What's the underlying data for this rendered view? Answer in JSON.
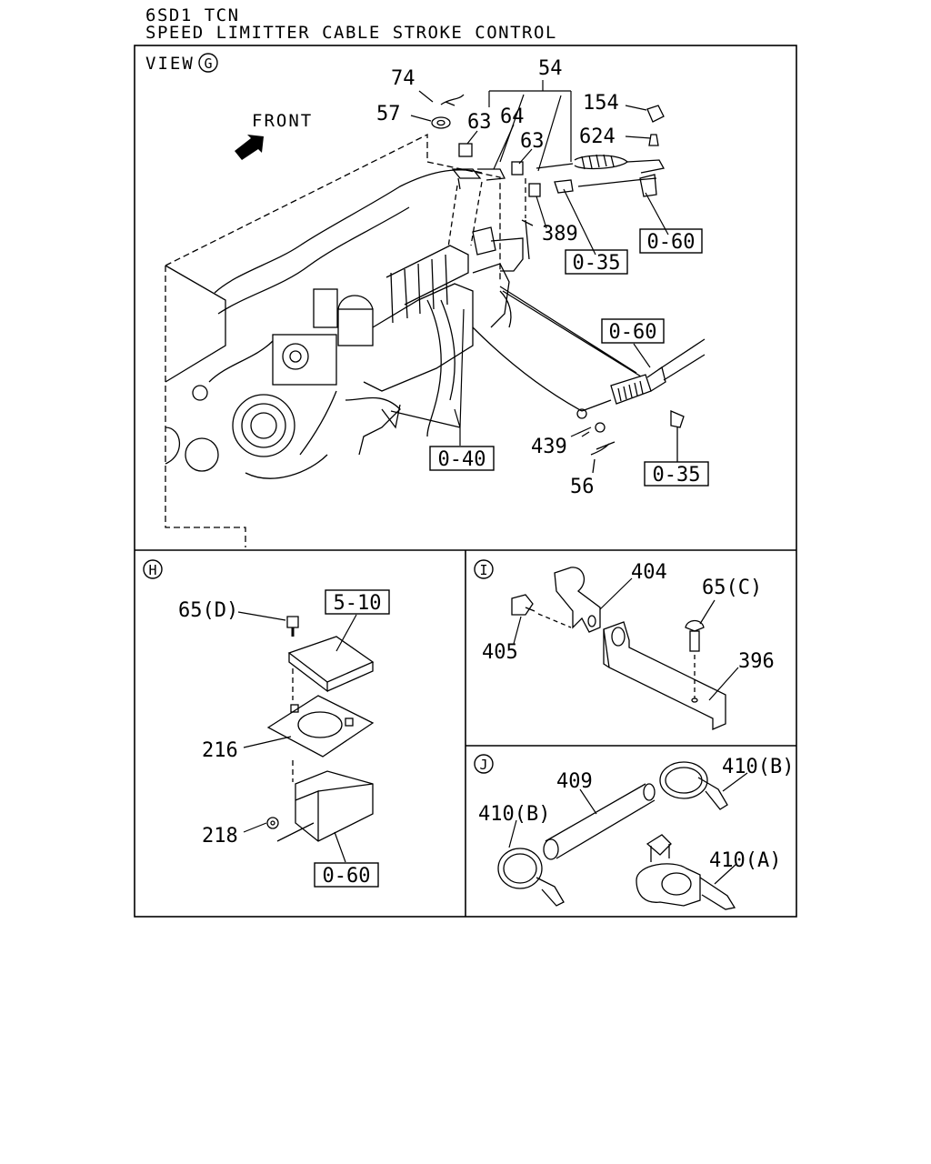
{
  "header": {
    "model": "6SD1 TCN",
    "title": "SPEED LIMITTER CABLE STROKE CONTROL"
  },
  "views": {
    "g": {
      "label": "VIEW",
      "marker": "G",
      "front": "FRONT"
    },
    "h": {
      "marker": "H"
    },
    "i": {
      "marker": "I"
    },
    "j": {
      "marker": "J"
    }
  },
  "callouts": {
    "p74": "74",
    "p54": "54",
    "p57": "57",
    "p63a": "63",
    "p64": "64",
    "p63b": "63",
    "p154": "154",
    "p624": "624",
    "p389": "389",
    "p439": "439",
    "p56": "56",
    "p65d": "65(D)",
    "p216": "216",
    "p218": "218",
    "p404": "404",
    "p405": "405",
    "p65c": "65(C)",
    "p396": "396",
    "p409": "409",
    "p410b1": "410(B)",
    "p410b2": "410(B)",
    "p410a": "410(A)"
  },
  "refs": {
    "r060a": "0-60",
    "r035a": "0-35",
    "r060b": "0-60",
    "r040": "0-40",
    "r035b": "0-35",
    "r510": "5-10",
    "r060c": "0-60"
  }
}
